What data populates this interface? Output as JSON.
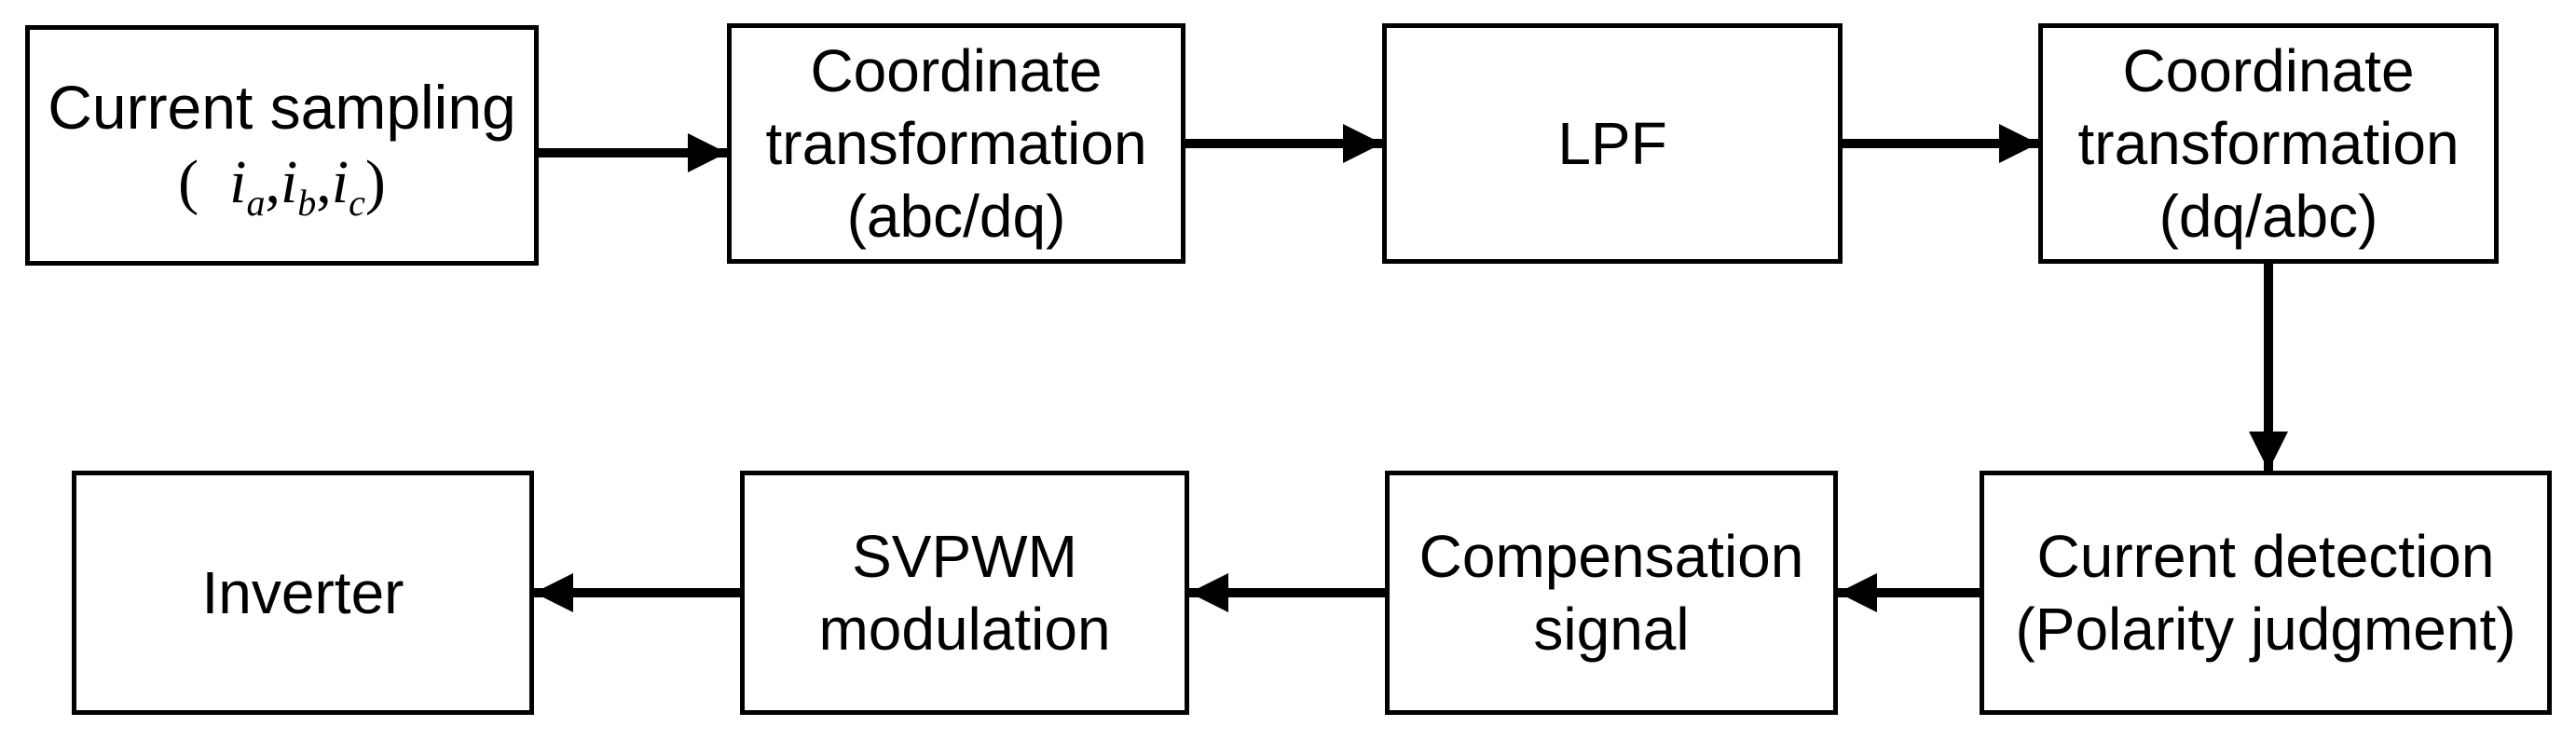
{
  "blocks": {
    "current_sampling": {
      "title": "Current sampling",
      "open_paren": "(",
      "symbol_i": "i",
      "sub_a": "a",
      "sub_b": "b",
      "sub_c": "c",
      "comma": ",",
      "close_paren": ")"
    },
    "coord_abc_dq": {
      "line1": "Coordinate",
      "line2": "transformation",
      "line3": "(abc/dq)"
    },
    "lpf": {
      "label": "LPF"
    },
    "coord_dq_abc": {
      "line1": "Coordinate",
      "line2": "transformation",
      "line3": "(dq/abc)"
    },
    "current_detection": {
      "line1": "Current detection",
      "line2": "(Polarity judgment)"
    },
    "compensation_signal": {
      "line1": "Compensation",
      "line2": "signal"
    },
    "svpwm": {
      "line1": "SVPWM",
      "line2": "modulation"
    },
    "inverter": {
      "label": "Inverter"
    }
  },
  "colors": {
    "stroke": "#000000",
    "background": "#ffffff"
  }
}
